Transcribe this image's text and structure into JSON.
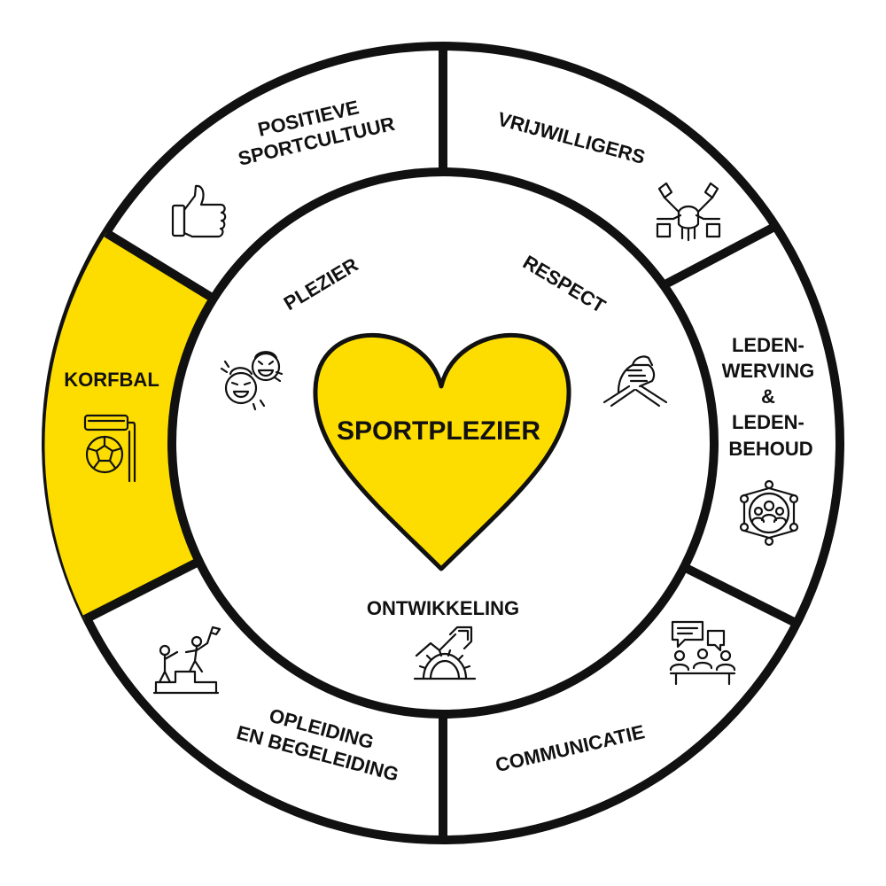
{
  "colors": {
    "accent": "#FDDD00",
    "stroke": "#111111",
    "background": "#FFFFFF"
  },
  "center": {
    "label": "SPORTPLEZIER",
    "shape": "heart"
  },
  "values": [
    {
      "label": "PLEZIER",
      "icon": "laughing-faces-icon"
    },
    {
      "label": "RESPECT",
      "icon": "handshake-icon"
    },
    {
      "label": "ONTWIKKELING",
      "icon": "growth-gear-icon"
    }
  ],
  "segments": [
    {
      "lines": [
        "POSITIEVE",
        "SPORTCULTUUR"
      ],
      "icon": "thumbs-up-icon",
      "highlighted": false
    },
    {
      "lines": [
        "VRIJWILLIGERS"
      ],
      "icon": "team-hands-icon",
      "highlighted": false
    },
    {
      "lines": [
        "LEDEN-",
        "WERVING",
        "&",
        "LEDEN-",
        "BEHOUD"
      ],
      "icon": "network-people-icon",
      "highlighted": false
    },
    {
      "lines": [
        "COMMUNICATIE"
      ],
      "icon": "meeting-chat-icon",
      "highlighted": false
    },
    {
      "lines": [
        "OPLEIDING",
        "EN BEGELEIDING"
      ],
      "icon": "climbing-steps-icon",
      "highlighted": false
    },
    {
      "lines": [
        "KORFBAL"
      ],
      "icon": "korfbal-basket-icon",
      "highlighted": true
    }
  ]
}
